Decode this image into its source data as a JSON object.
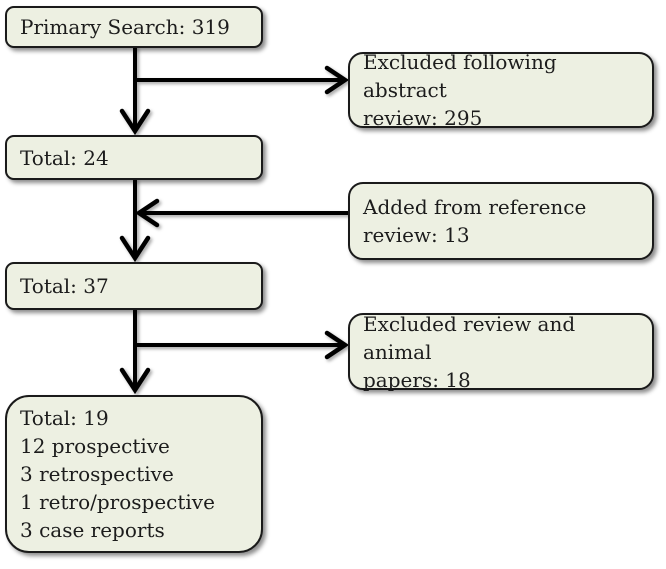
{
  "diagram": {
    "type": "flowchart",
    "background_color": "#ffffff",
    "box_fill_color": "#edf0e2",
    "box_border_color": "#1a1a1a",
    "arrow_color": "#000000",
    "flow_boxes": [
      {
        "id": "primary-search",
        "lines": [
          "Primary Search: 319"
        ]
      },
      {
        "id": "total-24",
        "lines": [
          "Total: 24"
        ]
      },
      {
        "id": "total-37",
        "lines": [
          "Total: 37"
        ]
      },
      {
        "id": "final-total",
        "lines": [
          "Total: 19",
          "12 prospective",
          "3 retrospective",
          "1 retro/prospective",
          "3 case reports"
        ]
      }
    ],
    "side_boxes": [
      {
        "id": "excluded-abstract",
        "lines": [
          "Excluded following abstract",
          "review: 295"
        ]
      },
      {
        "id": "added-reference",
        "lines": [
          "Added from reference",
          "review: 13"
        ]
      },
      {
        "id": "excluded-review-animal",
        "lines": [
          "Excluded review and animal",
          "papers: 18"
        ]
      }
    ]
  }
}
